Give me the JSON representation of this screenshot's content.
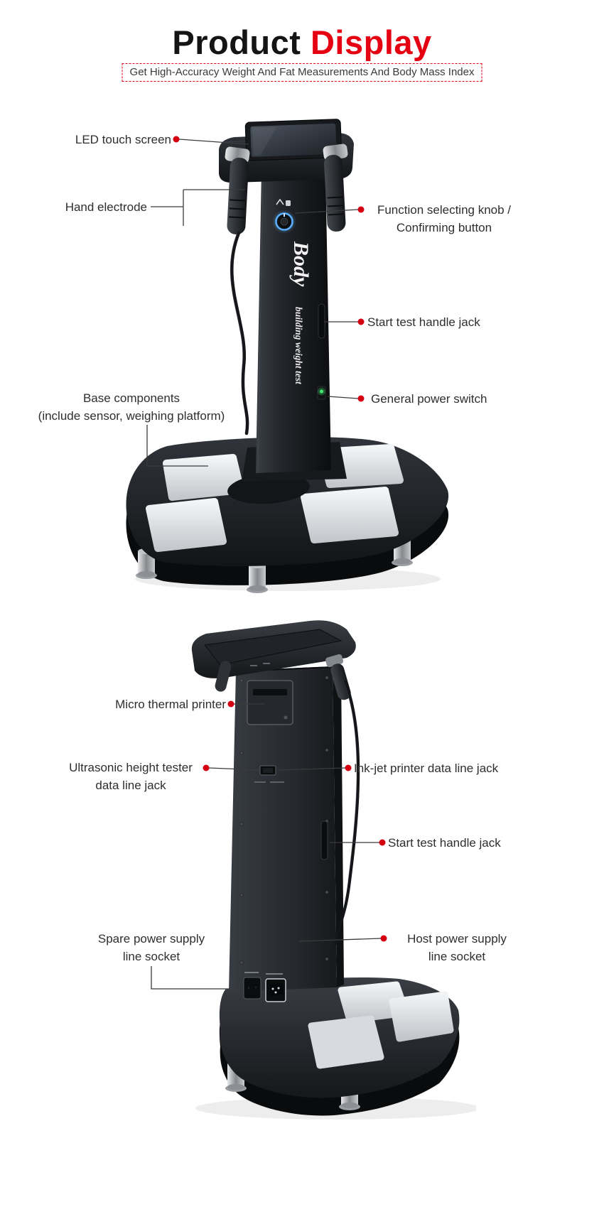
{
  "header": {
    "title_black": "Product",
    "title_red": "Display",
    "subtitle": "Get High-Accuracy Weight And Fat Measurements And Body Mass Index"
  },
  "machine": {
    "brand_text": "Body",
    "brand_subtext": "building weight test"
  },
  "front_view": {
    "callouts": {
      "led_touch_screen": "LED touch screen",
      "hand_electrode": "Hand electrode",
      "function_knob": "Function selecting knob /\nConfirming button",
      "start_test_handle_jack": "Start test handle jack",
      "base_components": "Base components\n(include sensor, weighing platform)",
      "general_power_switch": "General power switch"
    }
  },
  "back_view": {
    "callouts": {
      "micro_thermal_printer": "Micro thermal printer",
      "ultrasonic_height_tester": "Ultrasonic height tester\ndata line jack",
      "inkjet_printer_jack": "Ink-jet printer data line jack",
      "start_test_handle_jack": "Start test handle jack",
      "spare_power_socket": "Spare power supply\nline socket",
      "host_power_socket": "Host power supply\nline socket"
    }
  },
  "colors": {
    "accent_red": "#e50012",
    "callout_dot_red": "#d40011",
    "label_text": "#2e2e2e",
    "machine_black": "#17191c"
  }
}
